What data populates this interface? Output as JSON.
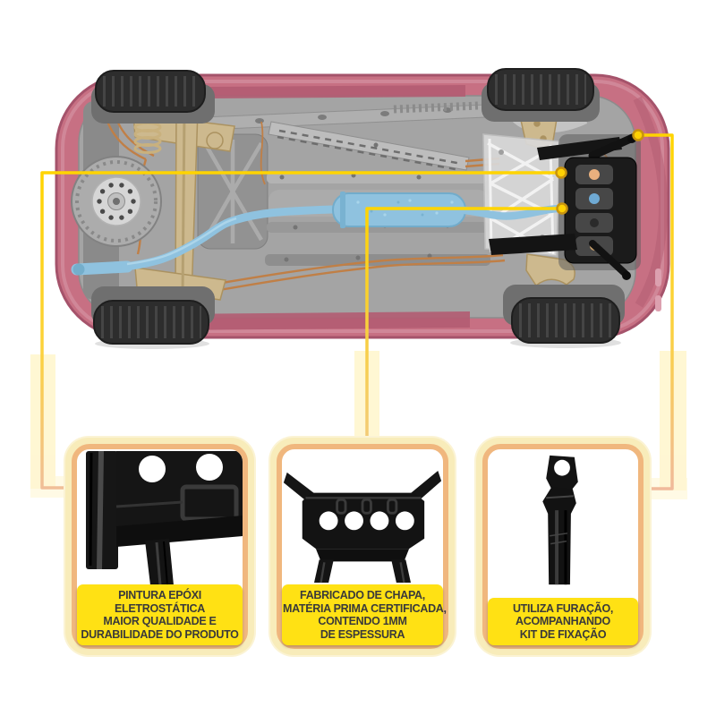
{
  "figure": {
    "kind": "product-infographic",
    "subject": "car underbody with highlighted protection brackets and callouts"
  },
  "colors": {
    "callout_yellow": "#FFD400",
    "callout_fade_salmon": "#F2BF9C",
    "caption_background": "#FFE114",
    "caption_text": "#3A3A3A",
    "panel_cream": "#F8ECBA",
    "panel_border_salmon": "#F0B77E",
    "car_body_pink": "#C77083",
    "exhaust_blue": "#8FC2DF",
    "part_black": "#151515"
  },
  "callouts": [
    {
      "id": "left-line",
      "target": "skid-plate-upper-edge",
      "panel": "epoxy-paint"
    },
    {
      "id": "middle-line",
      "target": "skid-plate-lower-edge",
      "panel": "sheet-metal"
    },
    {
      "id": "right-line",
      "target": "diagonal-strut",
      "panel": "mounting-kit"
    }
  ],
  "panels": [
    {
      "id": "epoxy-paint",
      "photo": "black-bracket-closeup-with-two-holes",
      "caption_lines": [
        "PINTURA EPÓXI",
        "ELETROSTÁTICA",
        "MAIOR QUALIDADE E",
        "DURABILIDADE DO PRODUTO"
      ]
    },
    {
      "id": "sheet-metal",
      "photo": "black-crossmember-with-four-holes",
      "caption_lines": [
        "FABRICADO DE CHAPA,",
        "MATÉRIA PRIMA CERTIFICADA,",
        "CONTENDO 1MM",
        "DE ESPESSURA"
      ]
    },
    {
      "id": "mounting-kit",
      "photo": "black-vertical-strap-bracket",
      "caption_lines": [
        "UTILIZA FURAÇÃO,",
        "ACOMPANHANDO",
        "KIT DE FIXAÇÃO"
      ]
    }
  ]
}
